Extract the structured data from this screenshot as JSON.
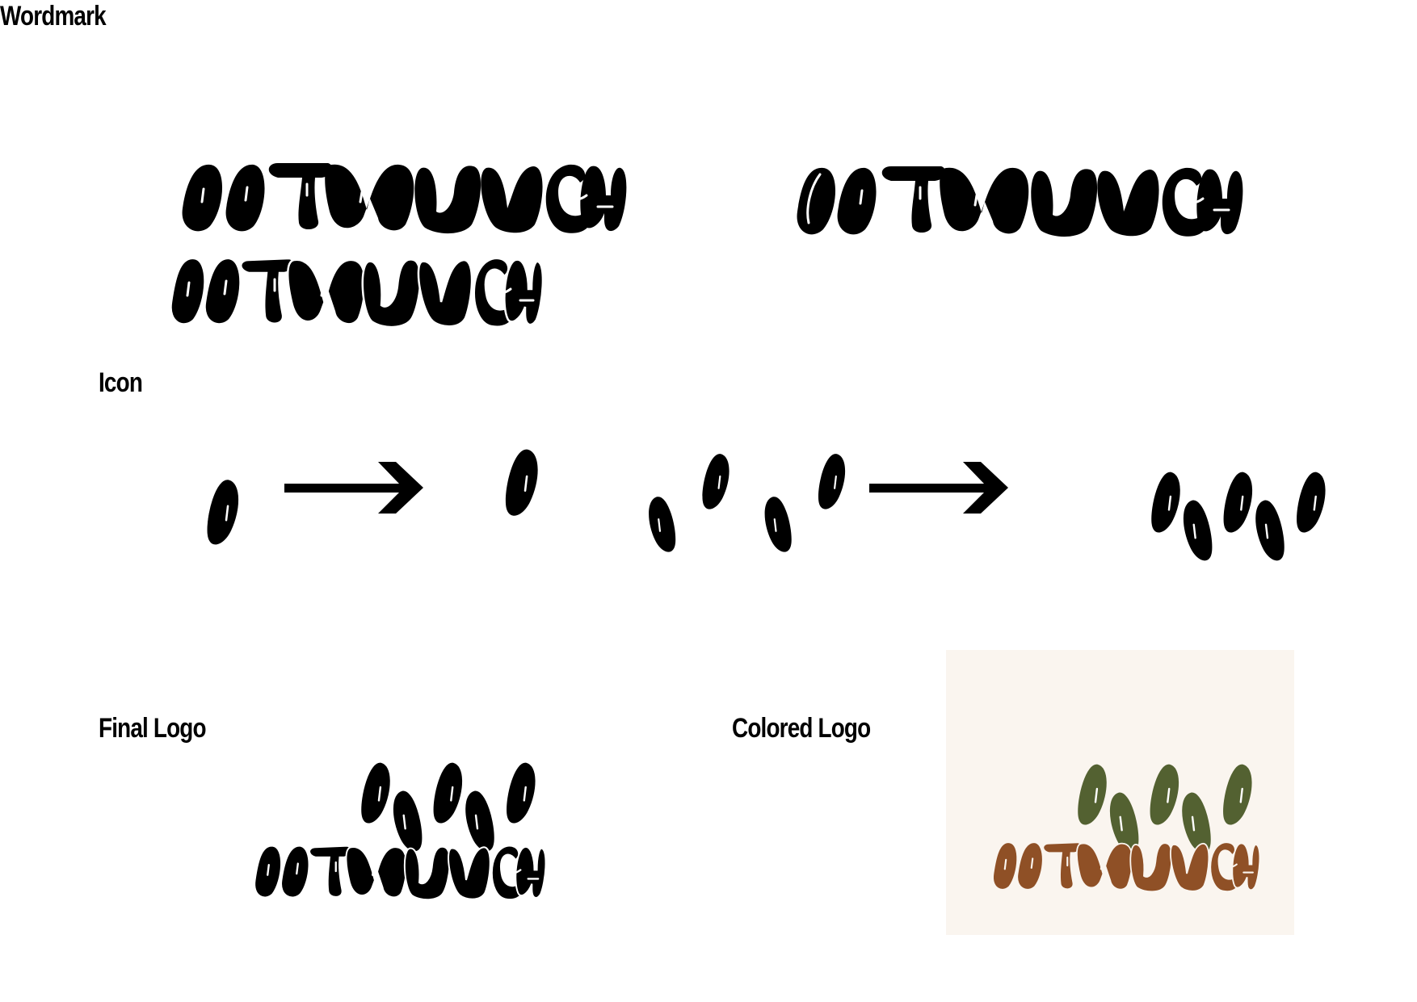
{
  "sections": {
    "wordmark": "Wordmark",
    "icon": "Icon",
    "final_logo": "Final Logo",
    "colored_logo": "Colored Logo"
  },
  "logo": {
    "brand_wordmark_lettering": "OATMUNCH"
  },
  "colors": {
    "ink": "#000000",
    "highlight": "#ffffff",
    "panel_background": "#faf5ef",
    "icon_green": "#536131",
    "wordmark_brown": "#8f5026"
  },
  "icons": {
    "arrow_1": "right-arrow-icon",
    "arrow_2": "right-arrow-icon"
  }
}
